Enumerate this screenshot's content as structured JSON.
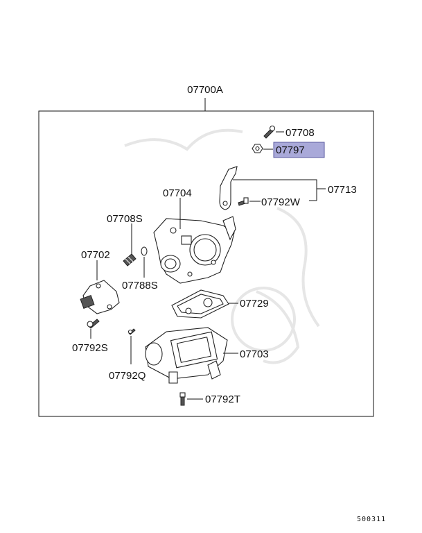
{
  "assembly": {
    "part_number": "07700A"
  },
  "highlight": {
    "part_number": "07797",
    "color": "#a9a9d9"
  },
  "parts": {
    "p07708": "07708",
    "p07797": "07797",
    "p07713": "07713",
    "p07792W": "07792W",
    "p07704": "07704",
    "p07708S": "07708S",
    "p07702": "07702",
    "p07788S": "07788S",
    "p07729": "07729",
    "p07792S": "07792S",
    "p07703": "07703",
    "p07792Q": "07792Q",
    "p07792T": "07792T"
  },
  "diagram_id": "500311"
}
